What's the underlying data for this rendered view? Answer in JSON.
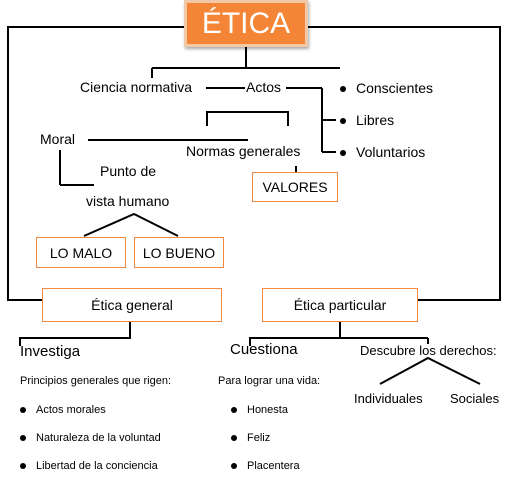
{
  "title": "ÉTICA",
  "colors": {
    "accent": "#f58536",
    "box_border": "#f0883e",
    "line": "#000000"
  },
  "top": {
    "ciencia": "Ciencia normativa",
    "actos": "Actos",
    "bullets": [
      "Conscientes",
      "Libres",
      "Voluntarios"
    ],
    "moral": "Moral",
    "normas": "Normas generales",
    "valores": "VALORES",
    "punto_de": "Punto de",
    "vista_humano": "vista humano",
    "lo_malo": "LO MALO",
    "lo_bueno": "LO BUENO"
  },
  "general": {
    "label": "Ética general",
    "investiga": "Investiga",
    "principios": "Principios generales que rigen:",
    "items": [
      "Actos morales",
      "Naturaleza de la voluntad",
      "Libertad de la conciencia"
    ]
  },
  "particular": {
    "label": "Ética particular",
    "cuestiona": "Cuestiona",
    "para": "Para lograr una vida:",
    "items": [
      "Honesta",
      "Feliz",
      "Placentera"
    ],
    "descubre": "Descubre los derechos:",
    "individuales": "Individuales",
    "sociales": "Sociales"
  }
}
